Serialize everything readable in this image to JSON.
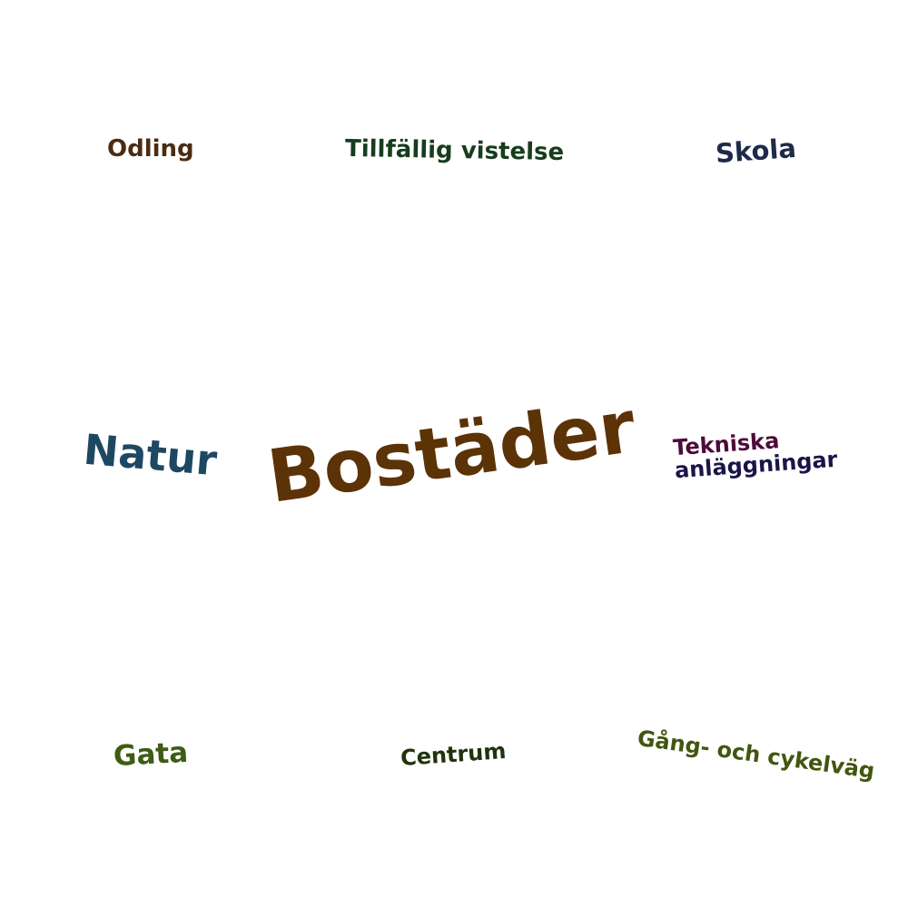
{
  "words": {
    "bostader": {
      "text": "Bostäder",
      "color": "#5c3306"
    },
    "natur": {
      "text": "Natur",
      "color": "#1e4862"
    },
    "tillfallig": {
      "text": "Tillfällig vistelse",
      "color": "#163d1c"
    },
    "odling": {
      "text": "Odling",
      "color": "#4b2c12"
    },
    "skola": {
      "text": "Skola",
      "color": "#1f2a49"
    },
    "tekniska": {
      "line1": "Tekniska",
      "line2": "anläggningar",
      "line1_color": "#4d0b3a",
      "line2_color": "#1a1548"
    },
    "gata": {
      "text": "Gata",
      "color": "#3d5c14"
    },
    "centrum": {
      "text": "Centrum",
      "color": "#20330c"
    },
    "gang_cykel": {
      "text": "Gång- och cykelväg",
      "color": "#42560f"
    }
  }
}
